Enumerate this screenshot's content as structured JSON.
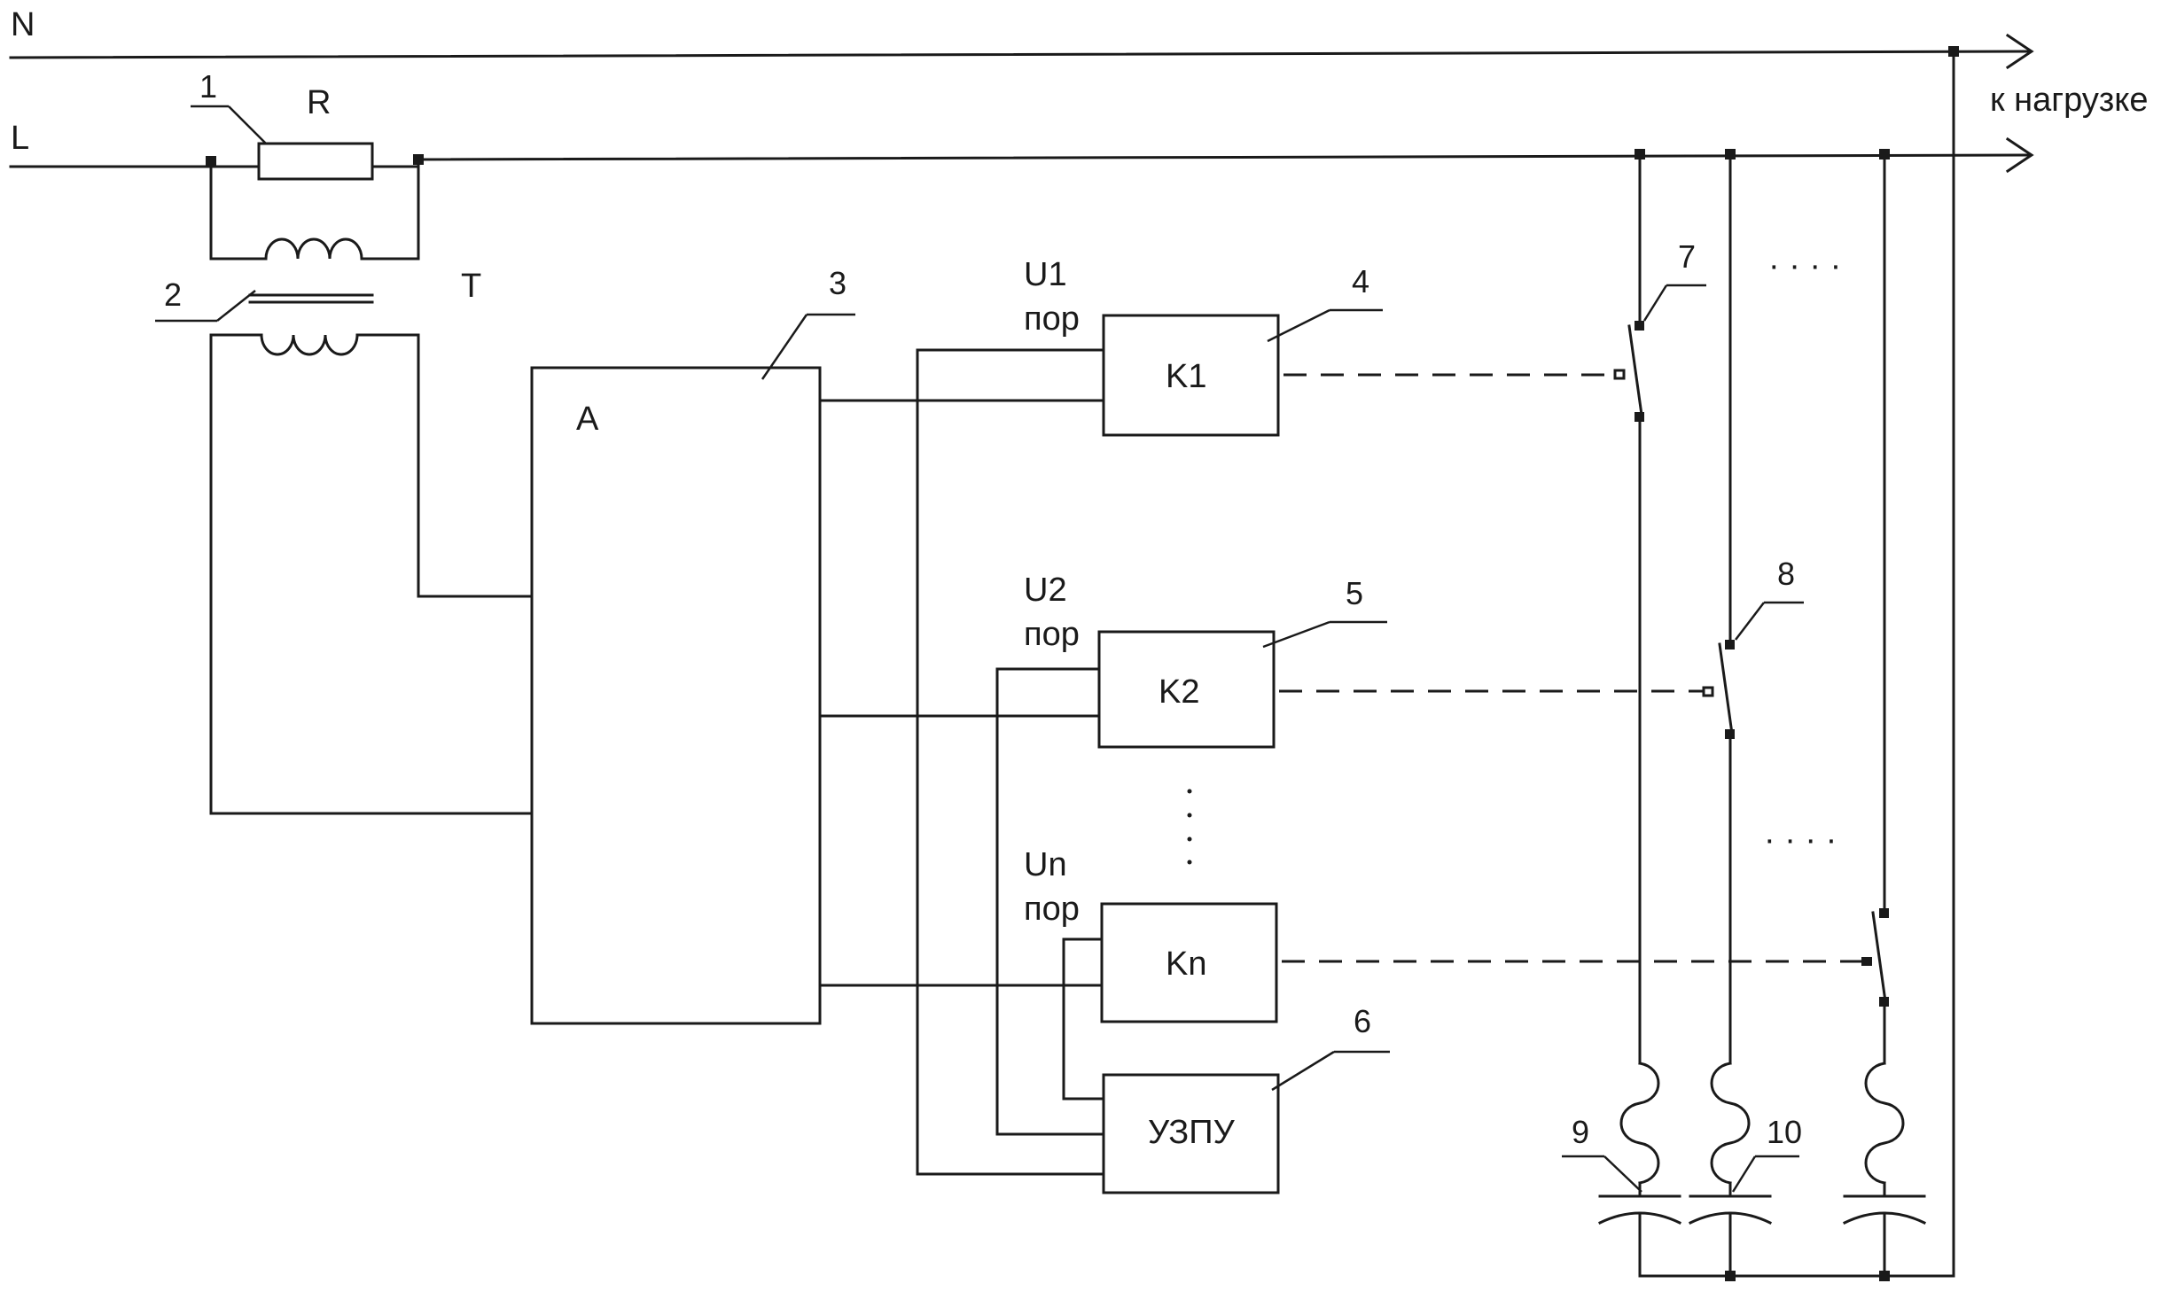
{
  "lines": {
    "neutral": "N",
    "phase": "L",
    "load_label": "к нагрузке"
  },
  "resistor": {
    "number": "1",
    "label": "R"
  },
  "transformer": {
    "number": "2",
    "label": "T"
  },
  "amplifier": {
    "number": "3",
    "label": "A"
  },
  "comparators": [
    {
      "number": "4",
      "label": "K1",
      "threshold": "U1",
      "threshold_sub": "пор"
    },
    {
      "number": "5",
      "label": "K2",
      "threshold": "U2",
      "threshold_sub": "пор"
    },
    {
      "label": "Kn",
      "threshold": "Un",
      "threshold_sub": "пор"
    }
  ],
  "threshold_unit": {
    "number": "6",
    "label": "УЗПУ"
  },
  "switches": [
    {
      "number": "7"
    },
    {
      "number": "8"
    }
  ],
  "capacitor_banks": [
    {
      "number": "9"
    },
    {
      "number": "10"
    }
  ],
  "ellipsis": "· · · ·"
}
